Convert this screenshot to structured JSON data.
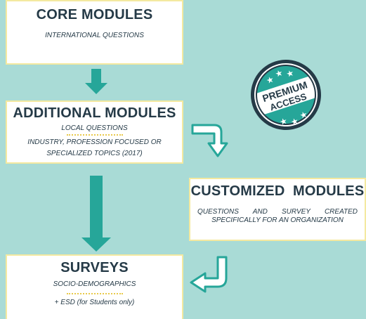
{
  "colors": {
    "background": "#a9dbd6",
    "accent": "#26a699",
    "box_border": "#f4e9a0",
    "text": "#253a47",
    "dotted": "#e8c94a"
  },
  "core": {
    "title": "CORE MODULES",
    "subtitle": "INTERNATIONAL QUESTIONS"
  },
  "additional": {
    "title": "ADDITIONAL MODULES",
    "line1": "LOCAL QUESTIONS",
    "line2": "INDUSTRY, PROFESSION FOCUSED OR",
    "line3": "SPECIALIZED TOPICS (2017)"
  },
  "customized": {
    "title": "CUSTOMIZED  MODULES",
    "subtitle": "QUESTIONS AND SURVEY CREATED SPECIFICALLY FOR AN ORGANIZATION"
  },
  "surveys": {
    "title": "SURVEYS",
    "line1": "SOCIO-DEMOGRAPHICS",
    "note": "+ ESD (for Students only)"
  },
  "badge": {
    "line1": "PREMIUM",
    "line2": "ACCESS",
    "star_icon": "star-icon"
  }
}
